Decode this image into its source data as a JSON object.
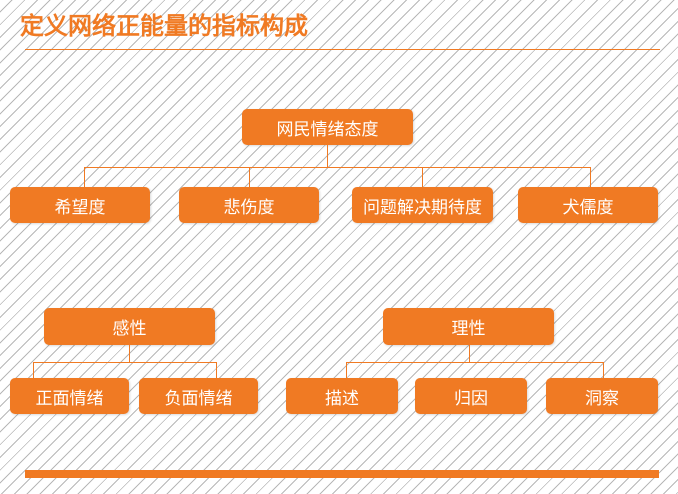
{
  "title": "定义网络正能量的指标构成",
  "root": "网民情绪态度",
  "level1": [
    "希望度",
    "悲伤度",
    "问题解决期待度",
    "犬儒度"
  ],
  "emotional": {
    "label": "感性",
    "children": [
      "正面情绪",
      "负面情绪"
    ]
  },
  "rational": {
    "label": "理性",
    "children": [
      "描述",
      "归因",
      "洞察"
    ]
  },
  "colors": {
    "accent": "#f07a23"
  }
}
